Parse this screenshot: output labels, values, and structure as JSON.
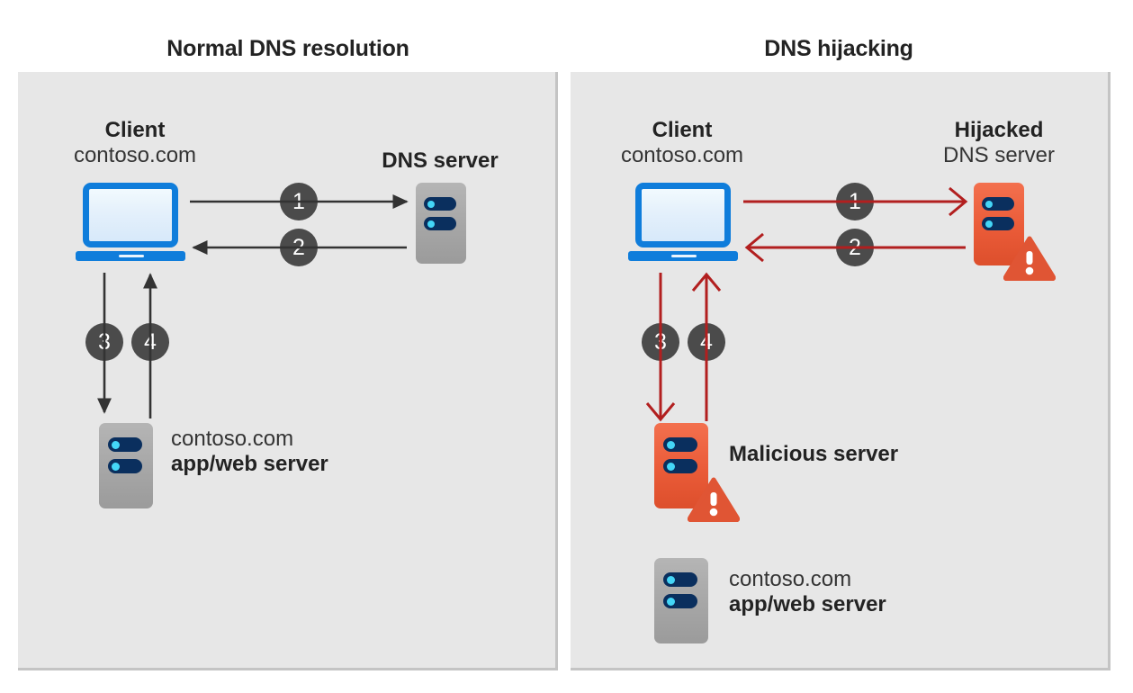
{
  "figure": {
    "type": "comparison-diagram",
    "panels": [
      {
        "id": "normal",
        "title": "Normal DNS resolution",
        "accent_color": "#333333",
        "nodes": [
          {
            "name": "client",
            "label_bold": "Client",
            "label_normal": "contoso.com",
            "icon": "laptop-icon"
          },
          {
            "name": "dns-server",
            "label_bold": "DNS server",
            "label_normal": "",
            "icon": "server-icon-gray"
          },
          {
            "name": "app-server",
            "label_bold": "app/web server",
            "label_normal": "contoso.com",
            "icon": "server-icon-gray"
          }
        ],
        "steps": [
          {
            "number": "1",
            "from": "client",
            "to": "dns-server",
            "direction": "right"
          },
          {
            "number": "2",
            "from": "dns-server",
            "to": "client",
            "direction": "left"
          },
          {
            "number": "3",
            "from": "client",
            "to": "app-server",
            "direction": "down"
          },
          {
            "number": "4",
            "from": "app-server",
            "to": "client",
            "direction": "up"
          }
        ]
      },
      {
        "id": "hijacking",
        "title": "DNS hijacking",
        "accent_color": "#b21f1f",
        "nodes": [
          {
            "name": "client",
            "label_bold": "Client",
            "label_normal": "contoso.com",
            "icon": "laptop-icon"
          },
          {
            "name": "hijacked-dns",
            "label_bold": "Hijacked",
            "label_normal": "DNS server",
            "icon": "server-icon-red",
            "warning": true
          },
          {
            "name": "malicious-server",
            "label_bold": "Malicious server",
            "label_normal": "",
            "icon": "server-icon-red",
            "warning": true
          },
          {
            "name": "app-server",
            "label_bold": "app/web server",
            "label_normal": "contoso.com",
            "icon": "server-icon-gray"
          }
        ],
        "steps": [
          {
            "number": "1",
            "from": "client",
            "to": "hijacked-dns",
            "direction": "right"
          },
          {
            "number": "2",
            "from": "hijacked-dns",
            "to": "client",
            "direction": "left"
          },
          {
            "number": "3",
            "from": "client",
            "to": "malicious-server",
            "direction": "down"
          },
          {
            "number": "4",
            "from": "malicious-server",
            "to": "client",
            "direction": "up"
          }
        ]
      }
    ],
    "colors": {
      "panel_background": "#e7e7e7",
      "panel_border": "#c4c4c4",
      "page_background": "#ffffff",
      "arrow_normal": "#333333",
      "arrow_attack": "#b21f1f",
      "step_circle": "#4b4b4b",
      "step_number": "#ffffff",
      "laptop_blue": "#0f7ddb",
      "server_gray": "#a6a6a6",
      "server_red": "#ea5b38",
      "server_bar_navy": "#0a2f5e",
      "server_dot_cyan": "#44d6f7",
      "warning_orange": "#e05534"
    }
  }
}
